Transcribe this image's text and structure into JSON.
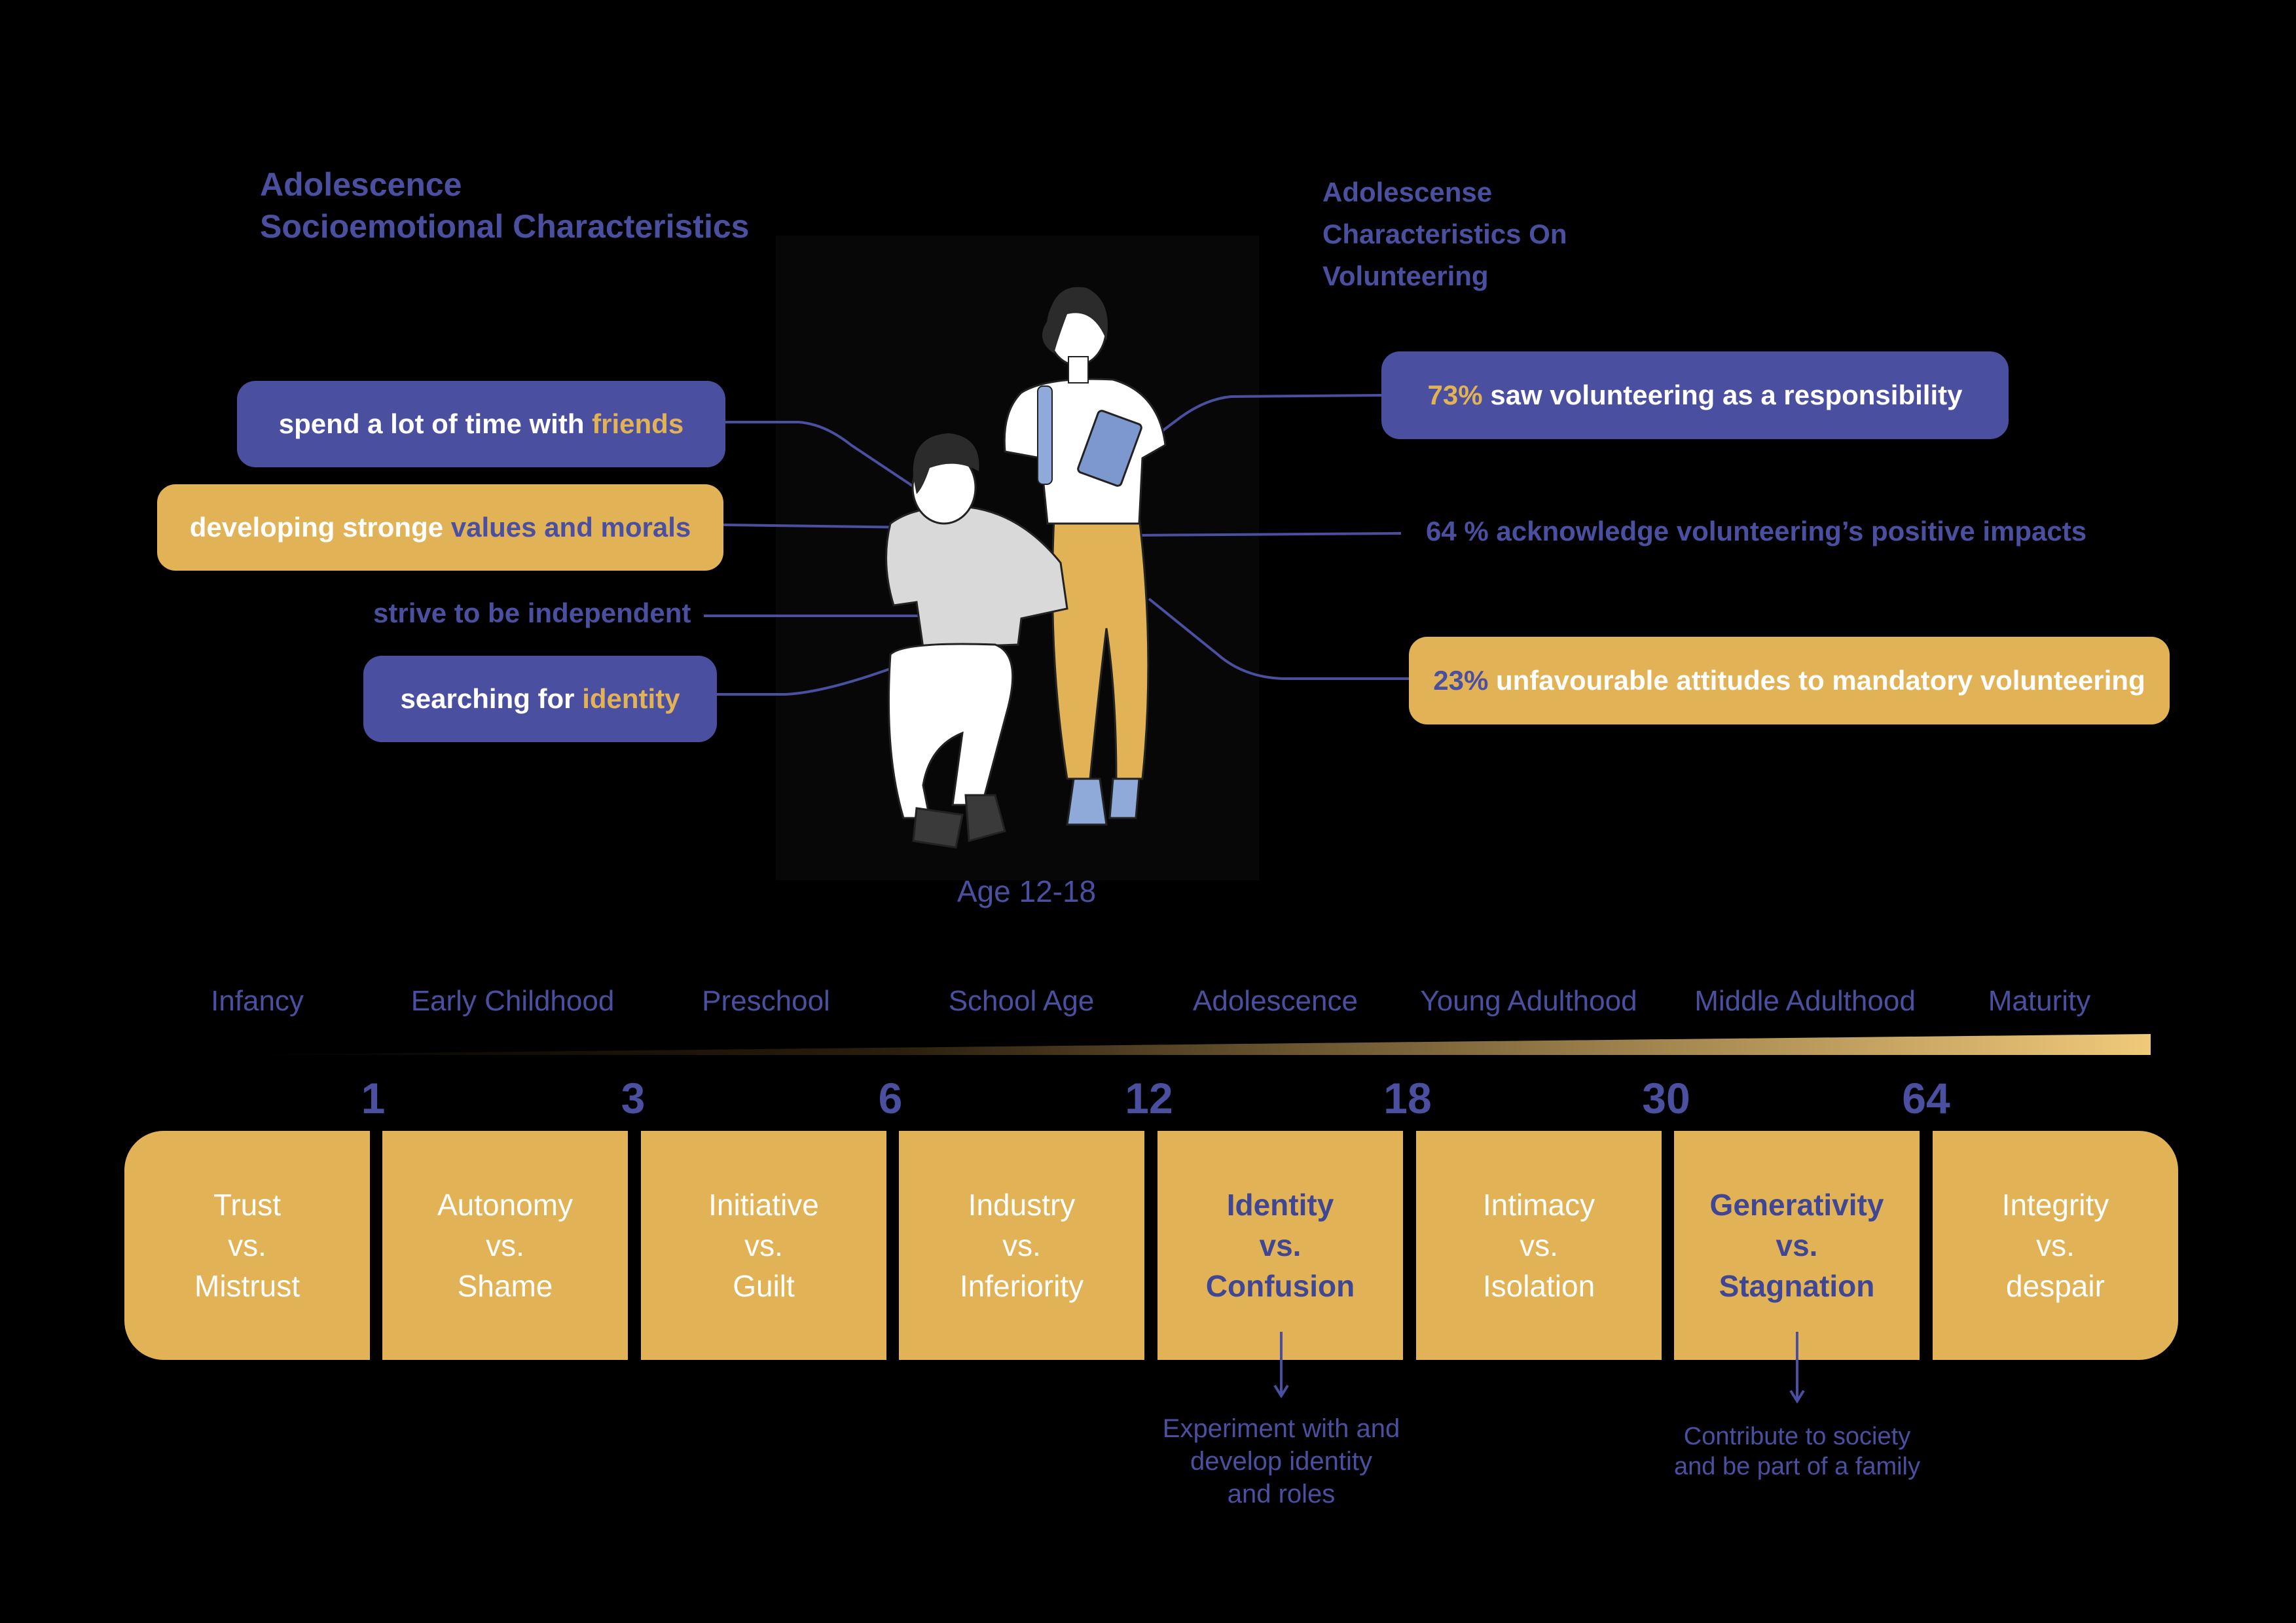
{
  "titles": {
    "left_line1": "Adolescence",
    "left_line2": "Socioemotional Characteristics",
    "right_line1": "Adolescense",
    "right_line2": "Characteristics On",
    "right_line3": "Volunteering"
  },
  "left_traits": {
    "friends_pre": "spend a lot of time with ",
    "friends_hl": "friends",
    "values_pre": "developing stronge ",
    "values_hl": "values and morals",
    "independent": "strive to be independent",
    "identity_pre": "searching for ",
    "identity_hl": "identity"
  },
  "right_stats": {
    "s1_pct": "73%",
    "s1_text": " saw volunteering as a responsibility",
    "s2_text": "64 % acknowledge volunteering’s positive impacts",
    "s3_pct": "23%",
    "s3_text": " unfavourable attitudes to mandatory volunteering"
  },
  "age_range": "Age 12-18",
  "stages": [
    "Infancy",
    "Early Childhood",
    "Preschool",
    "School Age",
    "Adolescence",
    "Young Adulthood",
    "Middle Adulthood",
    "Maturity"
  ],
  "ages": [
    "1",
    "3",
    "6",
    "12",
    "18",
    "30",
    "64"
  ],
  "cards": [
    {
      "l1": "Trust",
      "l2": "vs.",
      "l3": "Mistrust"
    },
    {
      "l1": "Autonomy",
      "l2": "vs.",
      "l3": "Shame"
    },
    {
      "l1": "Initiative",
      "l2": "vs.",
      "l3": "Guilt"
    },
    {
      "l1": "Industry",
      "l2": "vs.",
      "l3": "Inferiority"
    },
    {
      "l1": "Identity",
      "l2": "vs.",
      "l3": "Confusion"
    },
    {
      "l1": "Intimacy",
      "l2": "vs.",
      "l3": "Isolation"
    },
    {
      "l1": "Generativity",
      "l2": "vs.",
      "l3": "Stagnation"
    },
    {
      "l1": "Integrity",
      "l2": "vs.",
      "l3": "despair"
    }
  ],
  "notes": {
    "identity_l1": "Experiment with and",
    "identity_l2": "develop identity",
    "identity_l3": "and roles",
    "generativity_l1": "Contribute to society",
    "generativity_l2": "and be part of a family"
  },
  "colors": {
    "navy": "#4b4fa0",
    "gold": "#e1b356",
    "background": "#000000"
  }
}
